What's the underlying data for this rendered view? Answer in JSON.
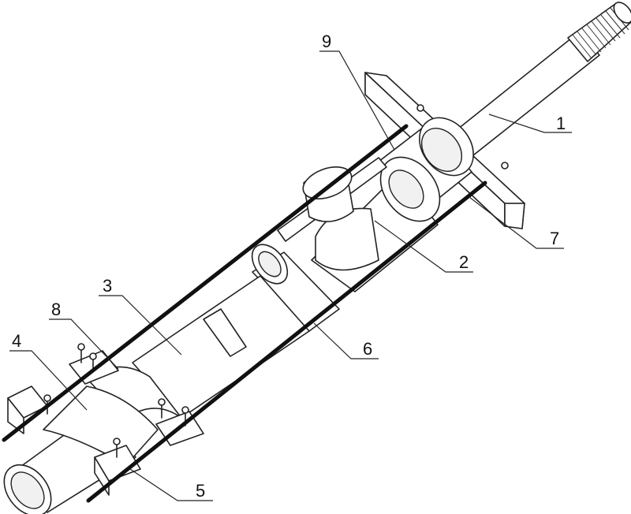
{
  "labels": {
    "l1": "1",
    "l2": "2",
    "l3": "3",
    "l4": "4",
    "l5": "5",
    "l6": "6",
    "l7": "7",
    "l8": "8",
    "l9": "9"
  },
  "colors": {
    "line": "#222222",
    "rod": "#111111",
    "background": "#ffffff"
  }
}
